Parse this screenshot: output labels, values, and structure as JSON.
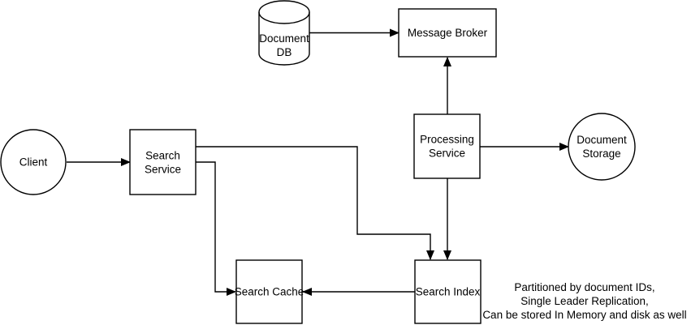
{
  "diagram": {
    "type": "system-architecture-flowchart",
    "background_color": "#ffffff",
    "stroke_color": "#000000",
    "text_color": "#000000",
    "nodes": {
      "client": {
        "shape": "circle",
        "label": "Client"
      },
      "search_service": {
        "shape": "rectangle",
        "label": "Search Service",
        "lines": [
          "Search",
          "Service"
        ]
      },
      "document_db": {
        "shape": "cylinder",
        "label": "Document DB",
        "lines": [
          "Document",
          "DB"
        ]
      },
      "message_broker": {
        "shape": "rectangle",
        "label": "Message Broker"
      },
      "processing_service": {
        "shape": "rectangle",
        "label": "Processing Service",
        "lines": [
          "Processing",
          "Service"
        ]
      },
      "document_storage": {
        "shape": "circle",
        "label": "Document Storage",
        "lines": [
          "Document",
          "Storage"
        ]
      },
      "search_cache": {
        "shape": "rectangle",
        "label": "Search Cache"
      },
      "search_index": {
        "shape": "rectangle",
        "label": "Search Index"
      }
    },
    "edges": [
      {
        "from": "document_db",
        "to": "message_broker",
        "direction": "right"
      },
      {
        "from": "client",
        "to": "search_service",
        "direction": "right"
      },
      {
        "from": "processing_service",
        "to": "message_broker",
        "direction": "up"
      },
      {
        "from": "processing_service",
        "to": "document_storage",
        "direction": "right"
      },
      {
        "from": "processing_service",
        "to": "search_index",
        "direction": "down"
      },
      {
        "from": "search_service",
        "to": "search_index",
        "direction": "right-down"
      },
      {
        "from": "search_service",
        "to": "search_cache",
        "direction": "down-right"
      },
      {
        "from": "search_index",
        "to": "search_cache",
        "direction": "left"
      }
    ],
    "annotation": {
      "lines": [
        "Partitioned by  document IDs,",
        "Single Leader Replication,",
        "Can be stored In Memory and disk as well"
      ]
    }
  }
}
